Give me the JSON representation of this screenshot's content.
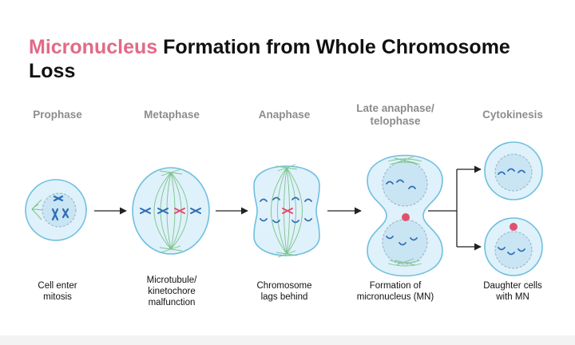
{
  "title": {
    "highlight": "Micronucleus",
    "rest": " Formation from Whole Chromosome Loss",
    "accent_color": "#e26a86"
  },
  "stages": [
    {
      "name": "Prophase",
      "caption": "Cell enter\nmitosis"
    },
    {
      "name": "Metaphase",
      "caption": "Microtubule/\nkinetochore\nmalfunction"
    },
    {
      "name": "Anaphase",
      "caption": "Chromosome\nlags behind"
    },
    {
      "name": "Late anaphase/\ntelophase",
      "caption": "Formation of\nmicronucleus (MN)"
    },
    {
      "name": "Cytokinesis",
      "caption": "Daughter cells\nwith MN"
    }
  ],
  "colors": {
    "cell_fill": "#dff1fa",
    "cell_stroke": "#6fbfdf",
    "nucleus_fill": "#c9e4f3",
    "chromosome": "#2f6db6",
    "lagging_chromosome": "#e0506e",
    "spindle": "#7cc38a"
  }
}
